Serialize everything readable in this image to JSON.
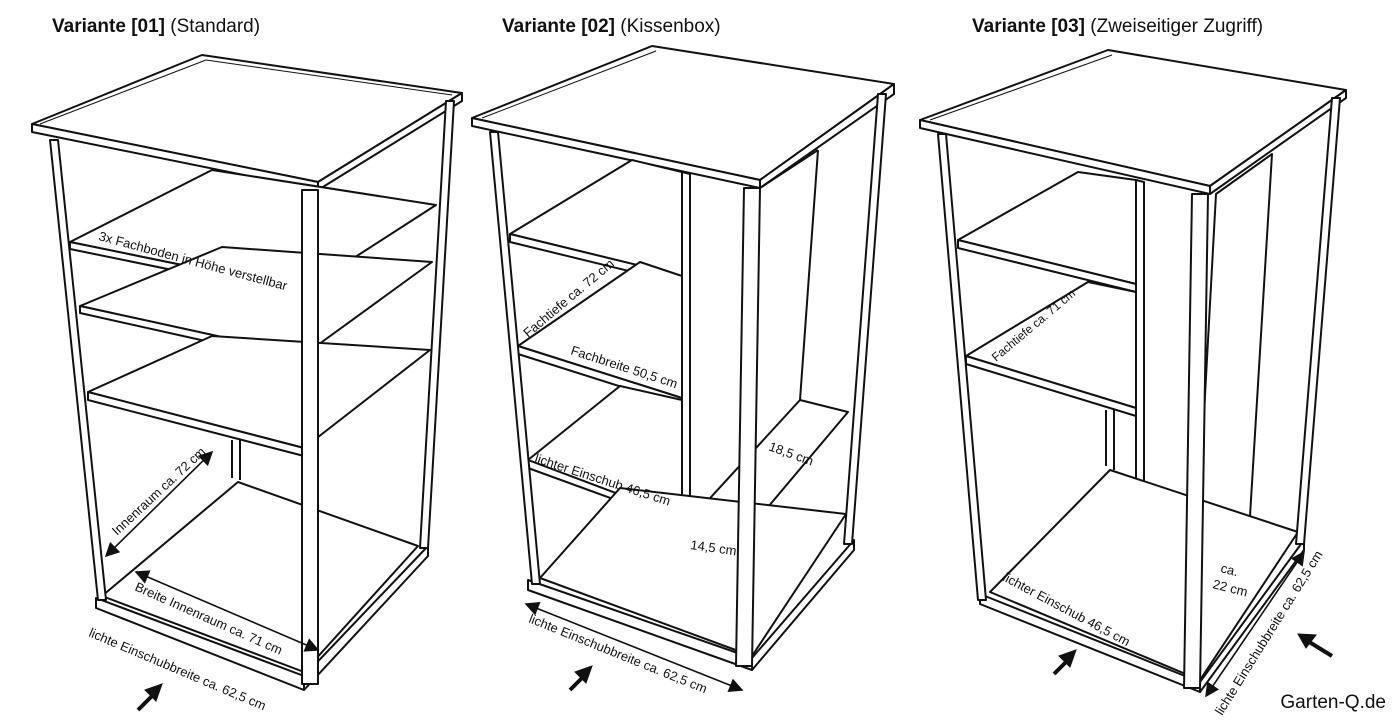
{
  "variants": [
    {
      "heading": "Variante [01]",
      "subtitle": "(Standard)"
    },
    {
      "heading": "Variante [02]",
      "subtitle": "(Kissenbox)"
    },
    {
      "heading": "Variante [03]",
      "subtitle": "(Zweiseitiger Zugriff)"
    }
  ],
  "labels": {
    "v1_shelves": "3x Fachboden in Höhe verstellbar",
    "v1_inner_depth": "Innenraum ca. 72 cm",
    "v1_inner_width": "Breite Innenraum ca. 71 cm",
    "v1_opening": "lichte Einschubbreite ca. 62,5 cm",
    "v2_depth": "Fachtiefe ca. 72 cm",
    "v2_width": "Fachbreite 50,5 cm",
    "v2_insert": "lichter Einschub 46,5 cm",
    "v2_side_18": "18,5 cm",
    "v2_side_14": "14,5 cm",
    "v2_opening": "lichte Einschubbreite ca. 62,5 cm",
    "v3_depth": "Fachtiefe ca. 71 cm",
    "v3_insert": "lichter Einschub 46,5 cm",
    "v3_ca": "ca.",
    "v3_22": "22 cm",
    "v3_opening": "lichte Einschubbreite ca. 62,5 cm"
  },
  "credit": "Garten-Q.de"
}
